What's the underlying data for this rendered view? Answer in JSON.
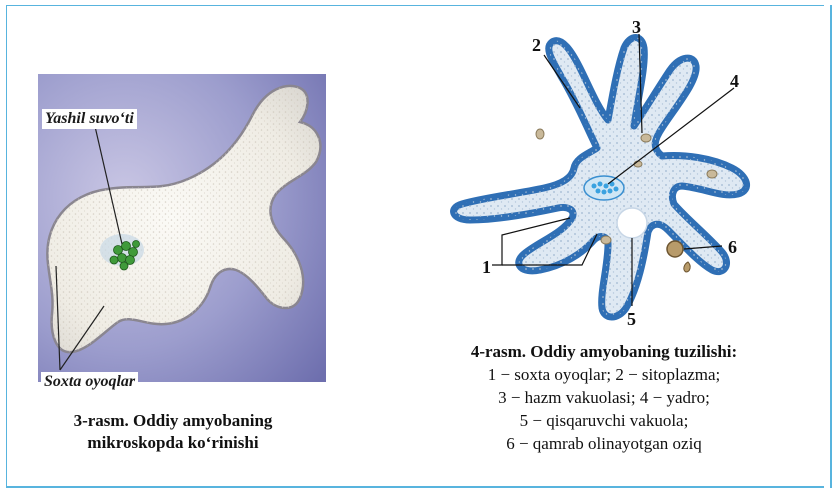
{
  "left_figure": {
    "label_green_algae": "Yashil suvo‘ti",
    "label_pseudopods": "Soxta oyoqlar",
    "caption_line1": "3-rasm. Oddiy amyobaning",
    "caption_line2": "mikroskopda ko‘rinishi"
  },
  "right_figure": {
    "numbers": [
      "1",
      "2",
      "3",
      "4",
      "5",
      "6"
    ],
    "caption_title": "4-rasm. Oddiy amyobaning tuzilishi:",
    "caption_lines": [
      "1 − soxta oyoqlar; 2 − sitoplazma;",
      "3 − hazm vakuolasi; 4 − yadro;",
      "5 − qisqaruvchi vakuola;",
      "6 − qamrab olinayotgan oziq"
    ]
  },
  "colors": {
    "frame": "#58b4de",
    "amoeba_membrane": "#2f6fb5",
    "cytoplasm": "#dfe9f3",
    "micro_background": "#8e8fc4"
  }
}
